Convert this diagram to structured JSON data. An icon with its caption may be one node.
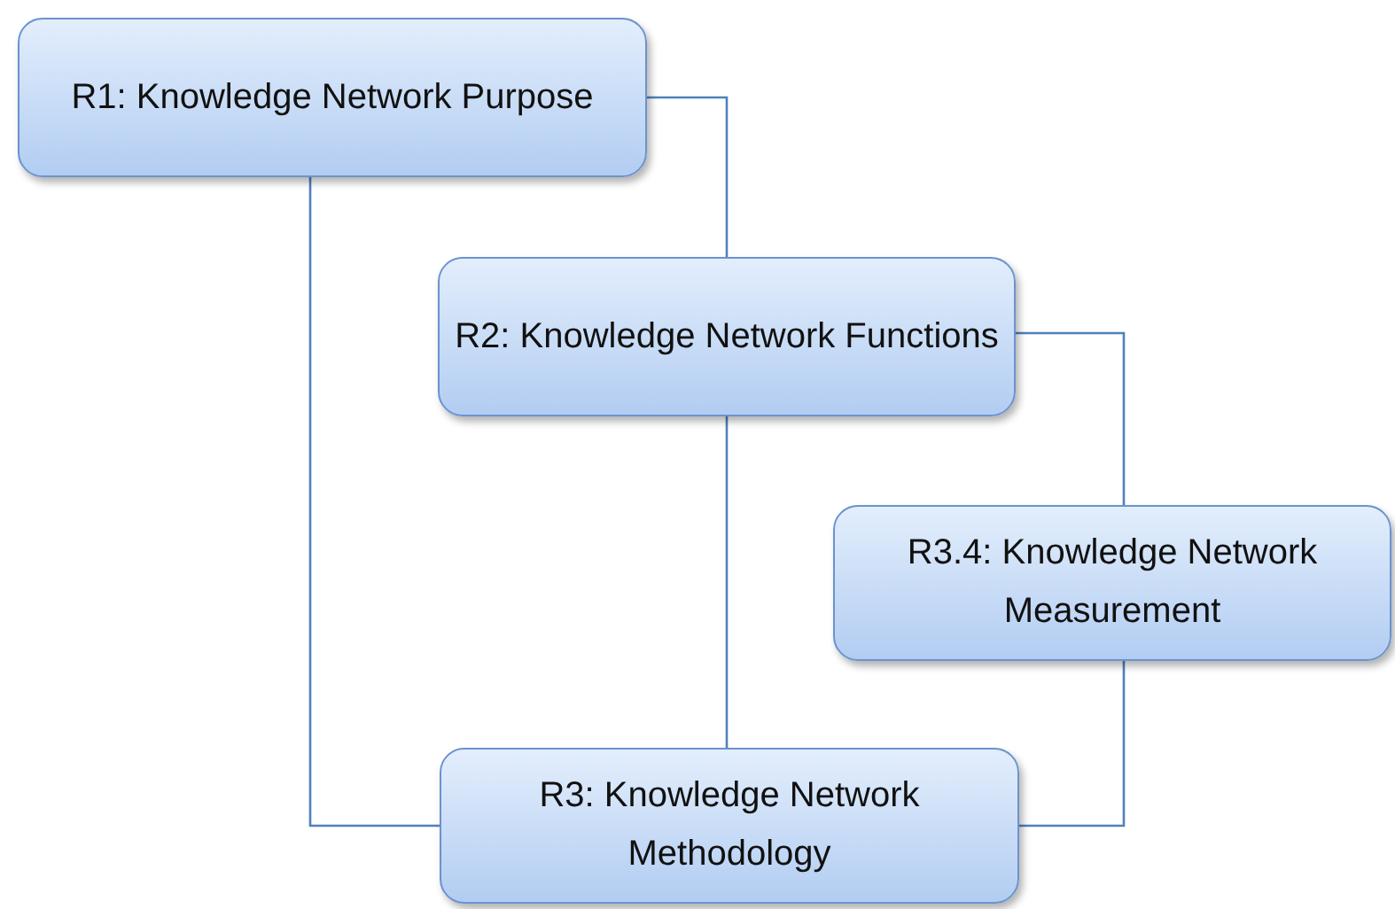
{
  "diagram": {
    "nodes": [
      {
        "text": [
          "R1: Knowledge Network Purpose"
        ]
      },
      {
        "text": [
          "R2: Knowledge Network Functions"
        ]
      },
      {
        "text": [
          "R3.4: Knowledge Network Measurement"
        ]
      },
      {
        "text": [
          "R3: Knowledge Network Methodology"
        ]
      }
    ],
    "edges": [
      {
        "from": 0,
        "to": 1,
        "arrow": "none"
      },
      {
        "from": 0,
        "to": 3,
        "arrow": "none"
      },
      {
        "from": 1,
        "to": 3,
        "arrow": "none"
      },
      {
        "from": 1,
        "to": 2,
        "arrow": "none"
      },
      {
        "from": 2,
        "to": 3,
        "arrow": "none"
      }
    ]
  }
}
